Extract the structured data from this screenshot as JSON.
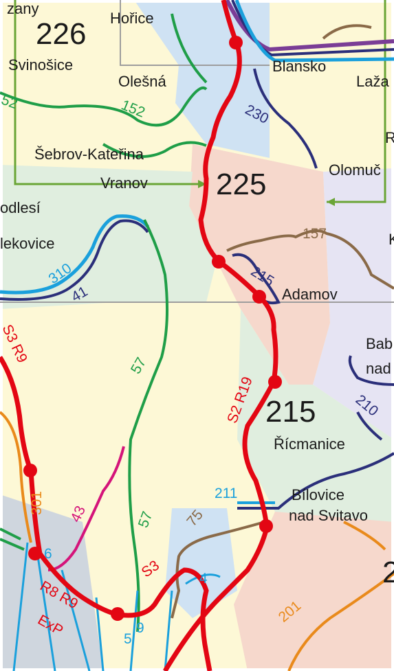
{
  "colors": {
    "zone_yellow": "#fdf8d6",
    "zone_blue": "#cfe2f3",
    "zone_peach": "#f6d8cc",
    "zone_green": "#e0eedf",
    "zone_lavender": "#e6e4f3",
    "rail_red": "#e30613",
    "bus_green": "#1f9e48",
    "bus_navy": "#2b2f7a",
    "bus_cyan": "#1aa0dc",
    "bus_brown": "#8a6a48",
    "bus_orange": "#e98a1b",
    "bus_magenta": "#d4147a",
    "bus_purple": "#7a3d96",
    "border_gray": "#9d9d9d",
    "inset_arrow_green": "#6aa536"
  },
  "zones": {
    "z226": "226",
    "z225": "225",
    "z215": "215",
    "z2_partial": "2"
  },
  "places": {
    "zany": "zany",
    "horice": "Hořice",
    "svinosice": "Svinošice",
    "olesna": "Olešná",
    "blansko": "Blansko",
    "laza": "Laža",
    "sebrov": "Šebrov-Kateřina",
    "vranov": "Vranov",
    "olomuc": "Olomuč",
    "r_partial": "R",
    "odlesi": "odlesí",
    "lekovice": "lekovice",
    "k_partial": "K",
    "adamov": "Adamov",
    "bab": "Bab",
    "nad": "nad",
    "ricmanice": "Řícmanice",
    "bilovice_1": "Bílovice",
    "bilovice_2": "nad Svitavo"
  },
  "routes": {
    "r52": "52",
    "r152": "152",
    "r230": "230",
    "r157": "157",
    "r310": "310",
    "r41": "41",
    "r215": "215",
    "r57a": "57",
    "r57b": "57",
    "r210": "210",
    "r211": "211",
    "r75": "75",
    "r301": "301",
    "r43": "43",
    "r6": "6",
    "r4": "4",
    "r201": "201",
    "r5": "5",
    "r9": "9",
    "s2r19": "S2 R19",
    "s3r9": "S3 R9",
    "s3": "S3",
    "r8r9": "R8 R9",
    "exp": "ExP"
  }
}
